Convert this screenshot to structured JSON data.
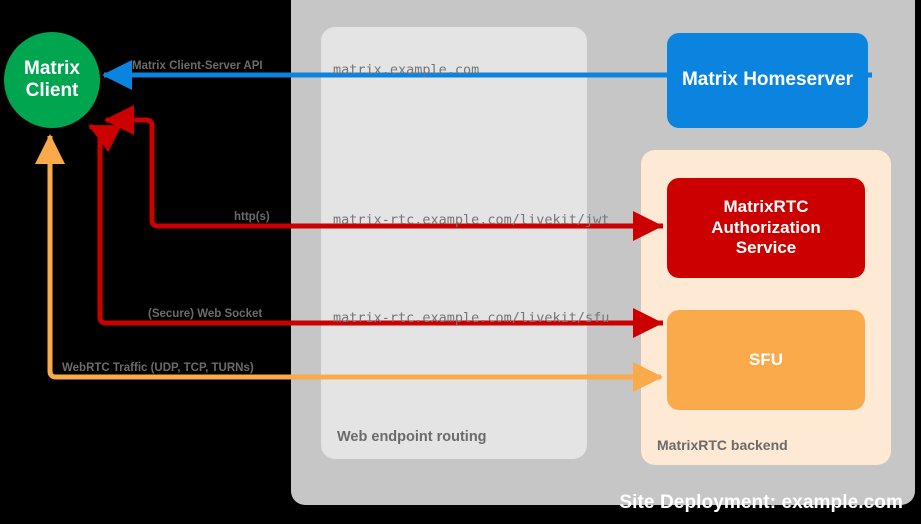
{
  "diagram": {
    "title": "Site Deployment: example.com",
    "client": {
      "line1": "Matrix",
      "line2": "Client",
      "color": "#00a550"
    },
    "containers": {
      "site": {
        "label": "Site Deployment: example.com",
        "color": "#c6c6c6"
      },
      "routing": {
        "label": "Web endpoint routing",
        "color": "#e4e4e4"
      },
      "backend": {
        "label": "MatrixRTC backend",
        "color": "#fde9d4"
      }
    },
    "nodes": {
      "homeserver": {
        "label": "Matrix Homeserver",
        "color": "#0b84e0"
      },
      "auth": {
        "line1": "MatrixRTC",
        "line2": "Authorization",
        "line3": "Service",
        "color": "#cc0000"
      },
      "sfu": {
        "label": "SFU",
        "color": "#fbaa4b"
      }
    },
    "edges": [
      {
        "id": "cs-api",
        "label": "Matrix Client-Server API",
        "endpoint": "matrix.example.com",
        "color": "#0b84e0"
      },
      {
        "id": "jwt",
        "label": "http(s)",
        "endpoint": "matrix-rtc.example.com/livekit/jwt",
        "color": "#cc0000"
      },
      {
        "id": "websocket",
        "label": "(Secure) Web Socket",
        "endpoint": "matrix-rtc.example.com/livekit/sfu",
        "color": "#cc0000"
      },
      {
        "id": "webrtc",
        "label": "WebRTC Traffic (UDP, TCP, TURNs)",
        "endpoint": "",
        "color": "#fbaa4b"
      }
    ]
  }
}
